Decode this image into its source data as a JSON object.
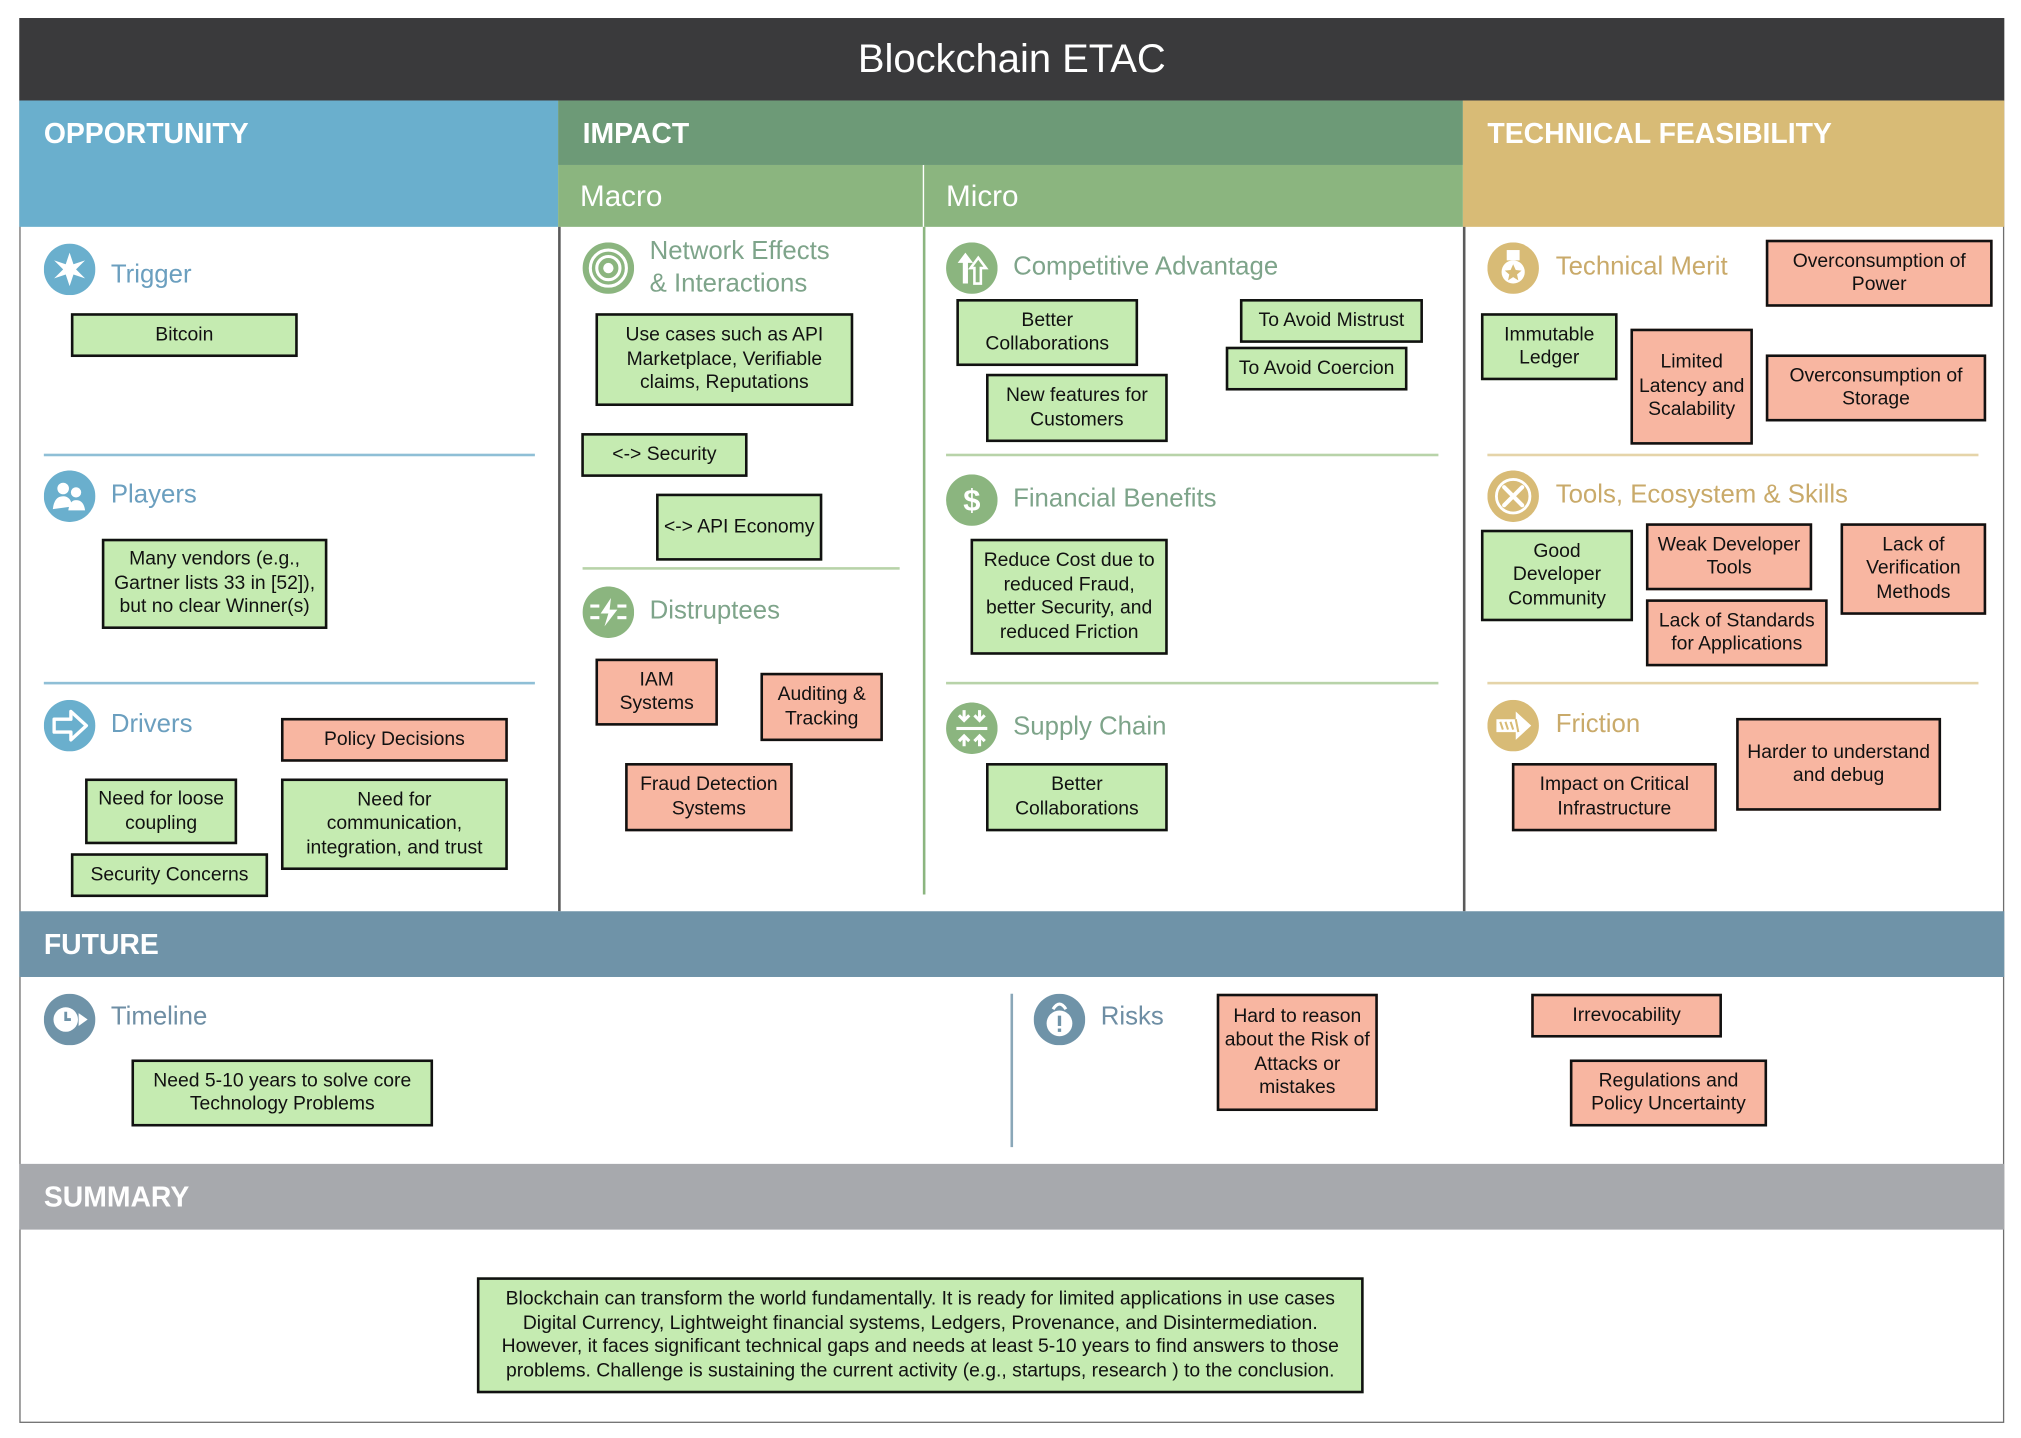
{
  "title": "Blockchain ETAC",
  "colors": {
    "opportunity": "#6aafcd",
    "impact": "#6d9a77",
    "impact_sub": "#8bb57f",
    "feasibility": "#d8bb76",
    "future": "#6f93a8",
    "summary": "#a7a9ad",
    "green_box": "#c5ebb1",
    "red_box": "#f8b6a1"
  },
  "opportunity": {
    "header": "OPPORTUNITY",
    "trigger": {
      "title": "Trigger",
      "icon": "star-burst-icon",
      "items": [
        "Bitcoin"
      ]
    },
    "players": {
      "title": "Players",
      "icon": "people-icon",
      "items": [
        "Many vendors (e.g., Gartner lists 33 in [52]), but no clear Winner(s)"
      ]
    },
    "drivers": {
      "title": "Drivers",
      "icon": "arrow-right-icon",
      "items": [
        "Need for loose coupling",
        "Security Concerns",
        "Need for communication, integration, and trust"
      ],
      "negatives": [
        "Policy Decisions"
      ]
    }
  },
  "impact": {
    "header": "IMPACT",
    "macro": {
      "label": "Macro",
      "network": {
        "title_line1": "Network Effects",
        "title_line2": "& Interactions",
        "icon": "network-circles-icon",
        "items": [
          "Use cases such as API Marketplace, Verifiable claims, Reputations",
          "<-> Security",
          "<-> API Economy"
        ]
      },
      "disruptees": {
        "title": "Distruptees",
        "icon": "lightning-icon",
        "items": [
          "IAM Systems",
          "Auditing & Tracking",
          "Fraud Detection Systems"
        ]
      }
    },
    "micro": {
      "label": "Micro",
      "competitive": {
        "title": "Competitive Advantage",
        "icon": "up-arrows-icon",
        "items": [
          "Better Collaborations",
          "New features for Customers",
          "To Avoid Mistrust",
          "To Avoid Coercion"
        ]
      },
      "financial": {
        "title": "Financial Benefits",
        "icon": "dollar-icon",
        "items": [
          "Reduce Cost due to reduced Fraud, better Security, and reduced Friction"
        ]
      },
      "supply": {
        "title": "Supply Chain",
        "icon": "converge-arrows-icon",
        "items": [
          "Better Collaborations"
        ]
      }
    }
  },
  "feasibility": {
    "header": "TECHNICAL FEASIBILITY",
    "merit": {
      "title": "Technical Merit",
      "icon": "medal-icon",
      "items": [
        "Immutable Ledger"
      ],
      "negatives": [
        "Limited Latency and Scalability",
        "Overconsumption of Power",
        "Overconsumption of Storage"
      ]
    },
    "tools": {
      "title": "Tools, Ecosystem & Skills",
      "icon": "tools-icon",
      "items": [
        "Good Developer Community"
      ],
      "negatives": [
        "Weak Developer Tools",
        "Lack of Standards for Applications",
        "Lack of Verification Methods"
      ]
    },
    "friction": {
      "title": "Friction",
      "icon": "friction-arrow-icon",
      "negatives": [
        "Impact on Critical Infrastructure",
        "Harder to understand and debug"
      ]
    }
  },
  "future": {
    "header": "FUTURE",
    "timeline": {
      "title": "Timeline",
      "icon": "clock-arrow-icon",
      "items": [
        "Need 5-10 years to solve core Technology Problems"
      ]
    },
    "risks": {
      "title": "Risks",
      "icon": "risk-bulb-icon",
      "negatives": [
        "Hard to reason about the Risk of Attacks or mistakes",
        "Irrevocability",
        "Regulations and Policy Uncertainty"
      ]
    }
  },
  "summary": {
    "header": "SUMMARY",
    "text": "Blockchain can transform the world fundamentally.  It is ready for limited applications in use cases Digital Currency, Lightweight financial systems, Ledgers, Provenance, and Disintermediation. However, it faces significant technical gaps and needs at least 5-10 years to find answers to those problems. Challenge is sustaining the current activity (e.g., startups, research ) to the conclusion."
  }
}
